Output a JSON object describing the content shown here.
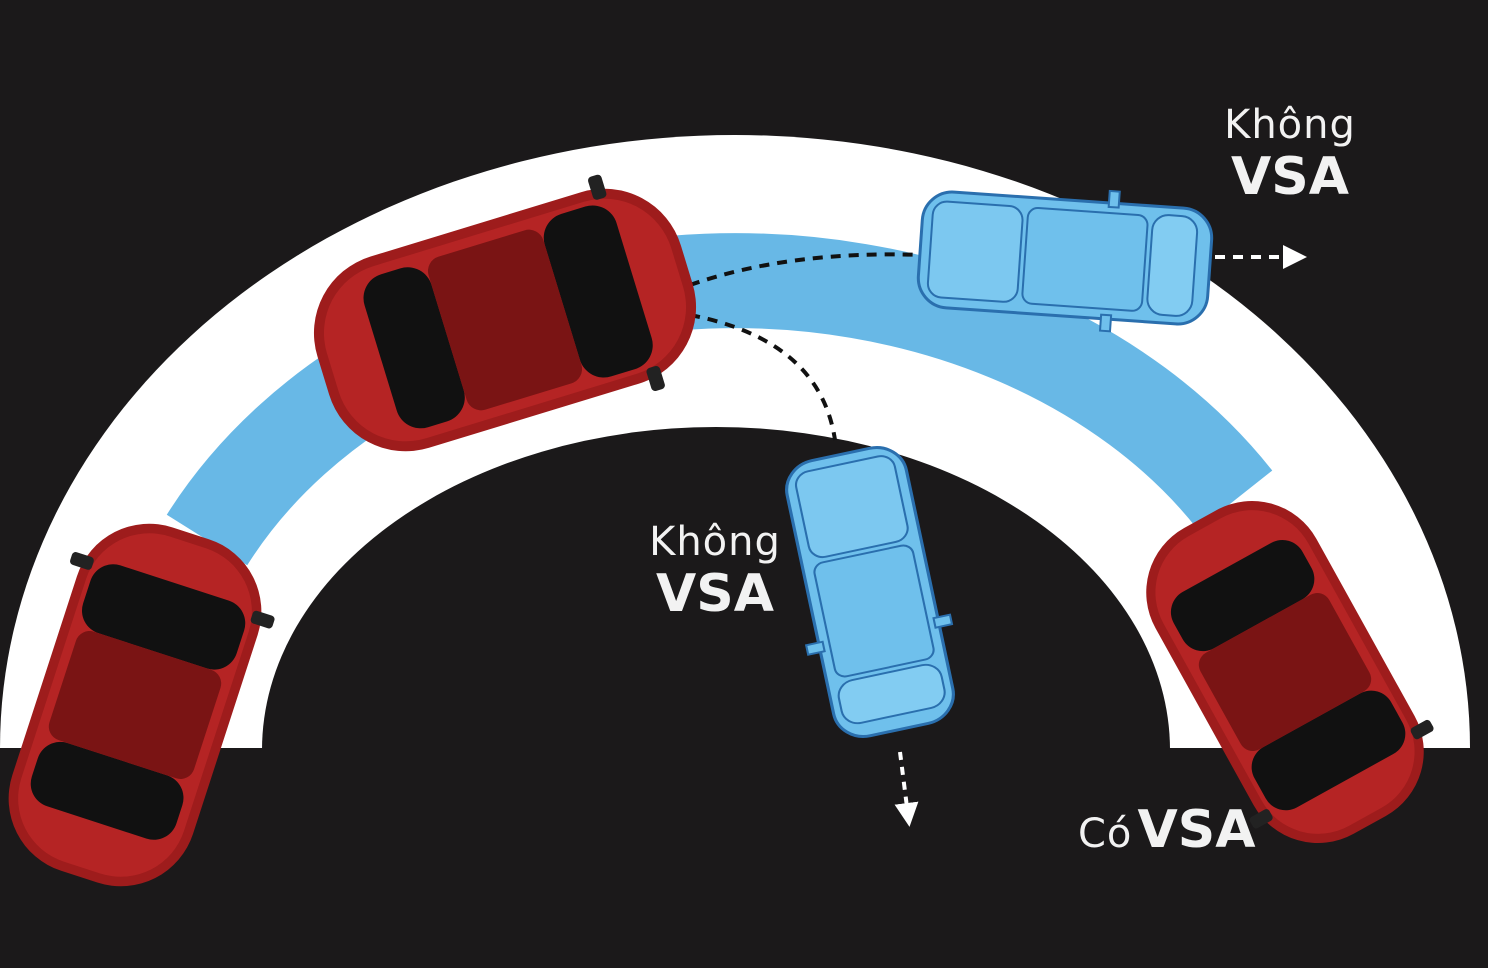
{
  "labels": {
    "top_right": {
      "line1": "Không",
      "line2": "VSA"
    },
    "middle": {
      "line1": "Không",
      "line2": "VSA"
    },
    "bottom_right": {
      "prefix": "Có",
      "main": "VSA"
    }
  },
  "colors": {
    "background": "#1b191a",
    "road": "#ffffff",
    "ideal_path": "#68b8e6",
    "car_with_vsa": "#9e1c1c",
    "car_without_vsa": "#6fc0ec"
  }
}
